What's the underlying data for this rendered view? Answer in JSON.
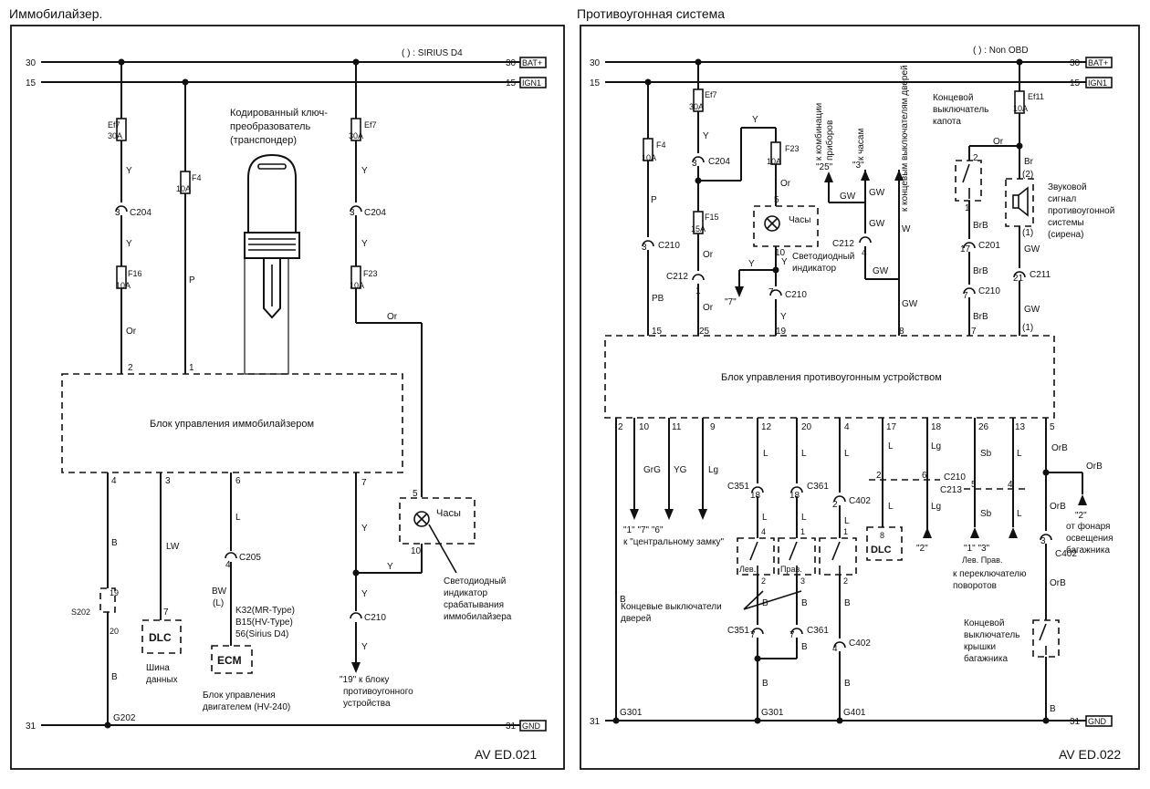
{
  "panels": {
    "left": {
      "title": "Иммобилайзер.",
      "variant_note": "( ) : SIRIUS D4",
      "code": "AV ED.021",
      "bus_30": "30",
      "bus_15": "15",
      "bus_31": "31",
      "tag_bat": "BAT+",
      "tag_ign": "IGN1",
      "tag_gnd": "GND",
      "unit_label": "Блок управления иммобилайзером",
      "transponder_label": [
        "Кодированный ключ-",
        "преобразователь",
        "(транспондер)"
      ],
      "fuse_ef7": "Ef7",
      "fuse_30a": "30A",
      "fuse_f4": "F4",
      "fuse_f16": "F16",
      "fuse_f23": "F23",
      "fuse_10a": "10A",
      "c204": "C204",
      "c205": "C205",
      "c210": "C210",
      "s202": "S202",
      "g202": "G202",
      "wire_y": "Y",
      "wire_p": "P",
      "wire_or": "Or",
      "wire_b": "B",
      "wire_lw": "LW",
      "wire_l": "L",
      "wire_bw": "BW",
      "wire_bw_alt": "(L)",
      "pin_2": "2",
      "pin_1": "1",
      "pin_3": "3",
      "pin_4": "4",
      "pin_5": "5",
      "pin_6": "6",
      "pin_7": "7",
      "pin_10": "10",
      "pin_19": "19",
      "pin_20": "20",
      "dlc": "DLC",
      "dlc_caption": [
        "Шина",
        "данных"
      ],
      "ecm": "ECM",
      "ecm_pins": [
        "K32(MR-Type)",
        "B15(HV-Type)",
        "56(Sirius D4)"
      ],
      "ecm_caption": [
        "Блок управления",
        "двигателем (HV-240)"
      ],
      "clock": "Часы",
      "led_caption": [
        "Светодиодный",
        "индикатор",
        "срабатывания",
        "иммобилайзера"
      ],
      "to_alarm": [
        "\"19\" к блоку",
        "противоугонного",
        "устройства"
      ]
    },
    "right": {
      "title": "Противоугонная система",
      "variant_note": "( ) : Non OBD",
      "code": "AV ED.022",
      "bus_30": "30",
      "bus_15": "15",
      "bus_31": "31",
      "tag_bat": "BAT+",
      "tag_ign": "IGN1",
      "tag_gnd": "GND",
      "unit_label": "Блок управления противоугонным устройством",
      "fuse_ef7": "Ef7",
      "fuse_ef11": "Ef11",
      "fuse_30a": "30A",
      "fuse_10a": "10A",
      "fuse_15a": "15A",
      "fuse_f4": "F4",
      "fuse_f15": "F15",
      "fuse_f23": "F23",
      "top_pins": [
        "15",
        "25",
        "19",
        "8",
        "7",
        "(1)"
      ],
      "top_wires": [
        "PB",
        "Or",
        "Y",
        "GW",
        "BrB",
        "GW"
      ],
      "bottom_pins": [
        "2",
        "10",
        "11",
        "9",
        "12",
        "20",
        "4",
        "17",
        "18",
        "26",
        "13",
        "5"
      ],
      "bottom_wires": [
        "GrG",
        "YG",
        "Lg",
        "L",
        "L",
        "L",
        "L",
        "Lg",
        "Sb",
        "L",
        "OrB"
      ],
      "c204": "C204",
      "c210": "C210",
      "c212": "C212",
      "c201": "C201",
      "c211": "C211",
      "c351": "C351",
      "c361": "C361",
      "c402": "C402",
      "c213": "C213",
      "g301": "G301",
      "g401": "G401",
      "clock": "Часы",
      "led_caption": [
        "Светодиодный",
        "индикатор"
      ],
      "to_instr": [
        "к комбинации",
        "приборов"
      ],
      "to_clock": "к часам",
      "to_door_sw": "к концевым выключателям дверей",
      "tag_25": "\"25\"",
      "tag_3": "\"3\"",
      "tag_7": "\"7\"",
      "hood_switch": [
        "Концевой",
        "выключатель",
        "капота"
      ],
      "siren": [
        "Звуковой",
        "сигнал",
        "противоугонной",
        "системы",
        "(сирена)"
      ],
      "central_lock": [
        "\"1\"  \"7\"  \"6\"",
        "к \"центральному замку\""
      ],
      "door_switches": [
        "Концевые выключатели",
        "дверей"
      ],
      "door_sw_labels": [
        "Лев.",
        "Прав."
      ],
      "turn_sw": [
        "\"1\"     \"3\"",
        "Лев.  Прав.",
        "к переключателю",
        "поворотов"
      ],
      "trunk_light": [
        "\"2\"",
        "от фонаря",
        "освещения",
        "багажника"
      ],
      "trunk_switch": [
        "Концевой",
        "выключатель",
        "крышки",
        "багажника"
      ],
      "dlc": "DLC",
      "tag_2": "\"2\"",
      "misc": {
        "w_y": "Y",
        "w_or": "Or",
        "w_br": "Br",
        "w_gw": "GW",
        "w_w": "W",
        "w_b": "B",
        "w_brb": "BrB",
        "w_l": "L",
        "w_lg": "Lg",
        "w_sb": "Sb",
        "w_orb": "OrB",
        "p_1": "1",
        "p_2": "2",
        "p_3": "3",
        "p_4": "4",
        "p_5": "5",
        "p_6": "6",
        "p_7": "7",
        "p_8": "8",
        "p_10": "10",
        "p_17": "17",
        "p_18": "18",
        "p_21": "21",
        "p_p2": "(2)",
        "p_p1": "(1)",
        "p_p7": "7"
      }
    }
  }
}
